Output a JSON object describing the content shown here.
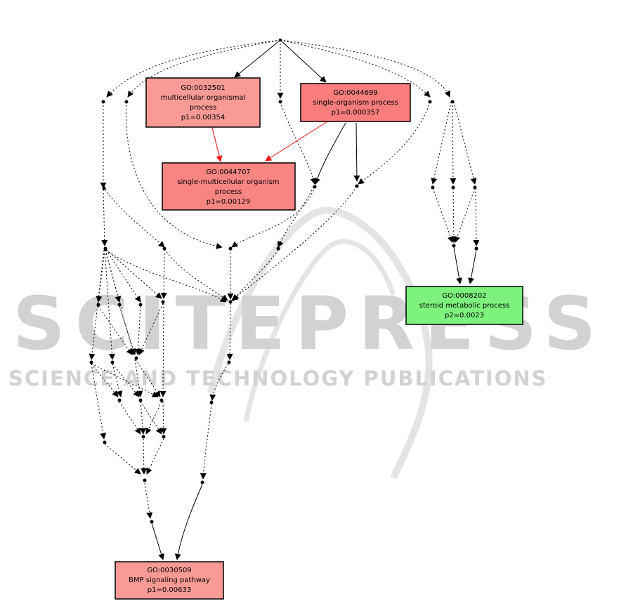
{
  "watermark": {
    "title": "SCITEPRESS",
    "subtitle": "SCIENCE AND TECHNOLOGY PUBLICATIONS"
  },
  "nodes": [
    {
      "id": "n32501",
      "lines": [
        "GO:0032501",
        "multicellular organismal",
        "process",
        "p1=0.00354"
      ],
      "fill": "#fa9a96"
    },
    {
      "id": "n44699",
      "lines": [
        "GO:0044699",
        "single-organism process",
        "p1=0.000357"
      ],
      "fill": "#f97d7d"
    },
    {
      "id": "n44707",
      "lines": [
        "GO:0044707",
        "single-multicellular organism",
        "process",
        "p1=0.00129"
      ],
      "fill": "#f98583"
    },
    {
      "id": "n8202",
      "lines": [
        "GO:0008202",
        "steroid metabolic process",
        "p2=0.0023"
      ],
      "fill": "#7df27d"
    },
    {
      "id": "n30509",
      "lines": [
        "GO:0030509",
        "BMP signaling pathway",
        "p1=0.00633"
      ],
      "fill": "#fa9a96"
    }
  ],
  "colors": {
    "edge": "#000000",
    "highlight_edge": "#ee1111",
    "border": "#000000"
  }
}
